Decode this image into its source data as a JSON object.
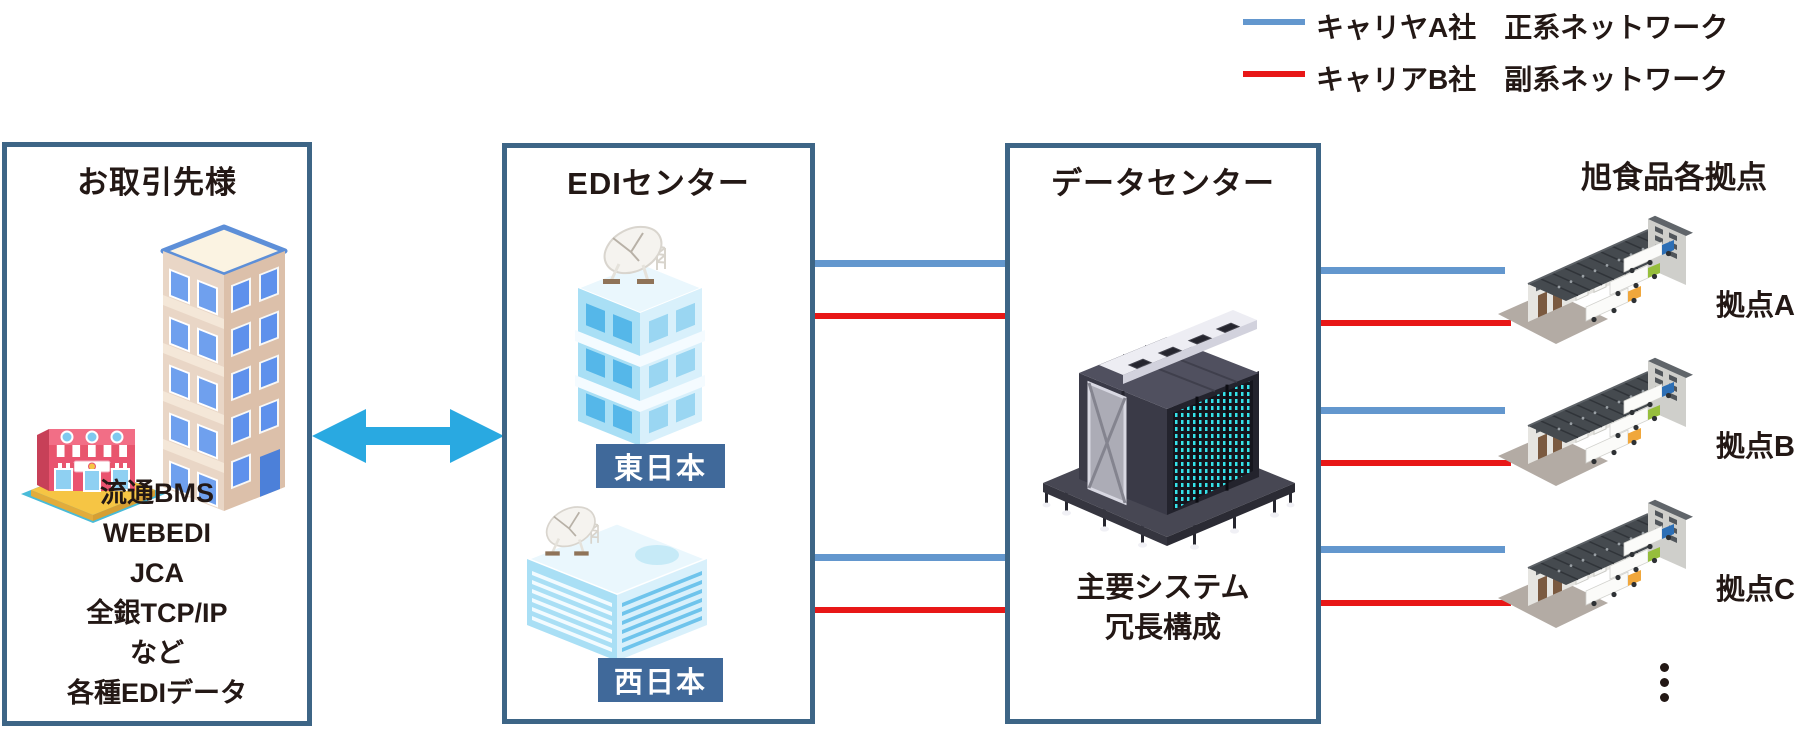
{
  "legend": {
    "items": [
      {
        "label": "キャリヤA社　正系ネットワーク",
        "color": "#6397CE",
        "type": "primary-network"
      },
      {
        "label": "キャリアB社　副系ネットワーク",
        "color": "#E81717",
        "type": "secondary-network"
      }
    ]
  },
  "partners": {
    "title": "お取引先様",
    "protocols": [
      "流通BMS",
      "WEBEDI",
      "JCA",
      "全銀TCP/IP",
      "など",
      "各種EDIデータ"
    ]
  },
  "edi_center": {
    "title": "EDIセンター",
    "sites": [
      {
        "label": "東日本"
      },
      {
        "label": "西日本"
      }
    ]
  },
  "data_center": {
    "title": "データセンター",
    "description": [
      "主要システム",
      "冗長構成"
    ]
  },
  "branches": {
    "title": "旭食品各拠点",
    "items": [
      {
        "label": "拠点A"
      },
      {
        "label": "拠点B"
      },
      {
        "label": "拠点C"
      }
    ]
  },
  "connections": [
    {
      "from": "お取引先様",
      "to": "EDIセンター",
      "style": "double-arrow"
    },
    {
      "from": "EDIセンター(東日本)",
      "to": "データセンター",
      "lines": [
        "primary",
        "secondary"
      ]
    },
    {
      "from": "EDIセンター(西日本)",
      "to": "データセンター",
      "lines": [
        "primary",
        "secondary"
      ]
    },
    {
      "from": "データセンター",
      "to": "拠点A",
      "lines": [
        "primary",
        "secondary"
      ]
    },
    {
      "from": "データセンター",
      "to": "拠点B",
      "lines": [
        "primary",
        "secondary"
      ]
    },
    {
      "from": "データセンター",
      "to": "拠点C",
      "lines": [
        "primary",
        "secondary"
      ]
    }
  ],
  "colors": {
    "primary_line": "#6397CE",
    "secondary_line": "#E81717",
    "box_border": "#3D6586",
    "badge_bg": "#40699A",
    "arrow": "#29A9E1",
    "text": "#231815"
  }
}
